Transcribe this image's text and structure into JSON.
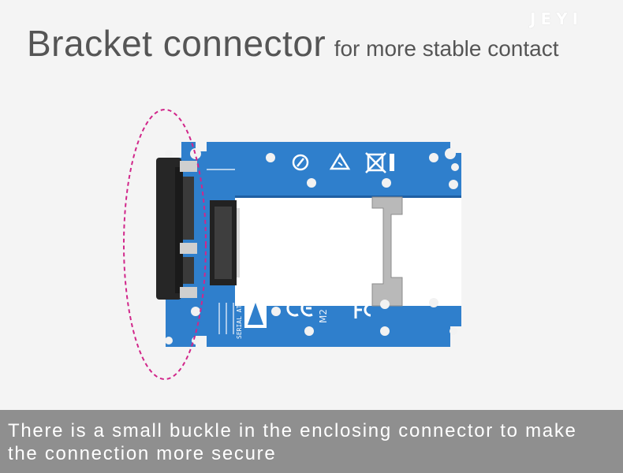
{
  "heading": {
    "main": "Bracket connector",
    "sub": "for more stable contact"
  },
  "brand": {
    "logo": "JEYI"
  },
  "caption": {
    "line1": "There is a small buckle in the enclosing connector to make",
    "line2": "the connection more secure"
  },
  "board": {
    "silkscreen_id": "M2",
    "sata_mark": "SERIAL ATA"
  },
  "colors": {
    "pcb": "#2f7fcc",
    "highlight": "#d1268a",
    "caption_bar": "#8f8f8f"
  },
  "icons": [
    "recycle-icon",
    "esd-warning-icon",
    "weee-bin-icon",
    "ce-mark-icon",
    "fcc-mark-icon"
  ]
}
